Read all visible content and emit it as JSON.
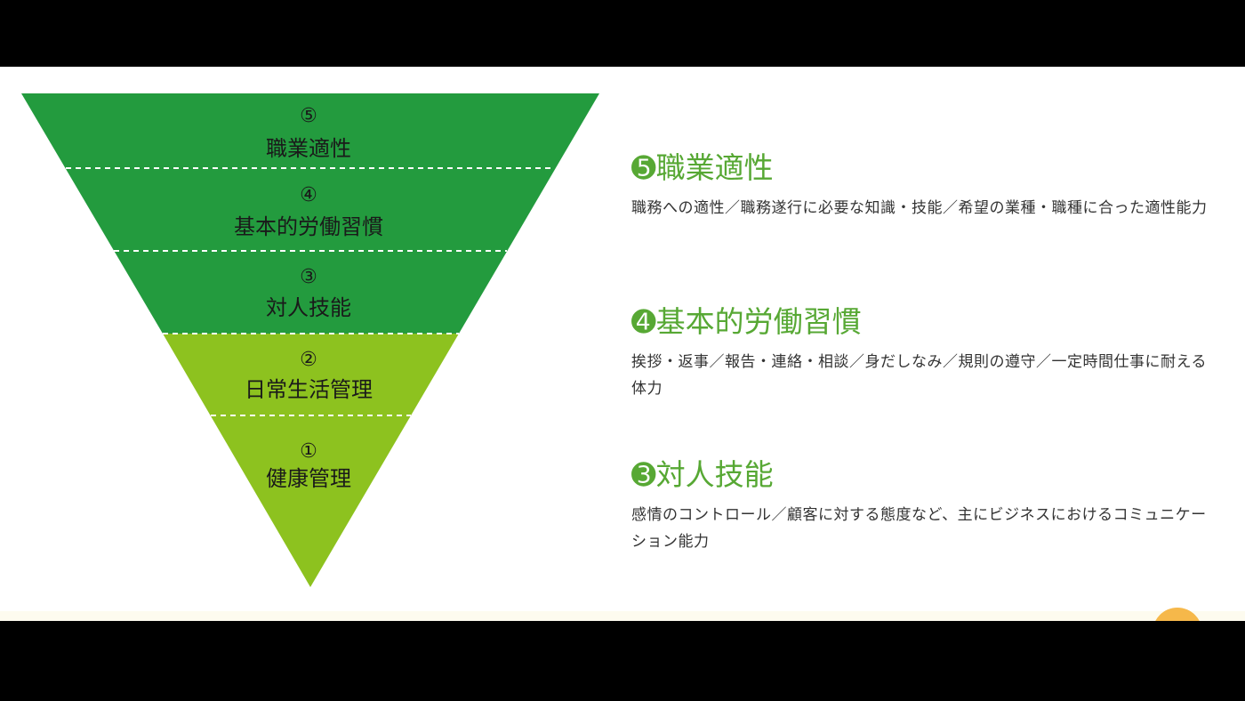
{
  "pyramid": {
    "colors": {
      "dark": "#239b3e",
      "light": "#8dc21f",
      "divider": "#ffffff"
    },
    "layers": [
      {
        "num": "⑤",
        "name": "職業適性"
      },
      {
        "num": "④",
        "name": "基本的労働習慣"
      },
      {
        "num": "③",
        "name": "対人技能"
      },
      {
        "num": "②",
        "name": "日常生活管理"
      },
      {
        "num": "①",
        "name": "健康管理"
      }
    ]
  },
  "descriptions": [
    {
      "title": "➎職業適性",
      "text": "職務への適性／職務遂行に必要な知識・技能／希望の業種・職種に合った適性能力"
    },
    {
      "title": "➍基本的労働習慣",
      "text": "挨拶・返事／報告・連絡・相談／身だしなみ／規則の遵守／一定時間仕事に耐える体力"
    },
    {
      "title": "➌対人技能",
      "text": "感情のコントロール／顧客に対する態度など、主にビジネスにおけるコミュニケーション能力"
    }
  ],
  "accent_color": "#57a834"
}
